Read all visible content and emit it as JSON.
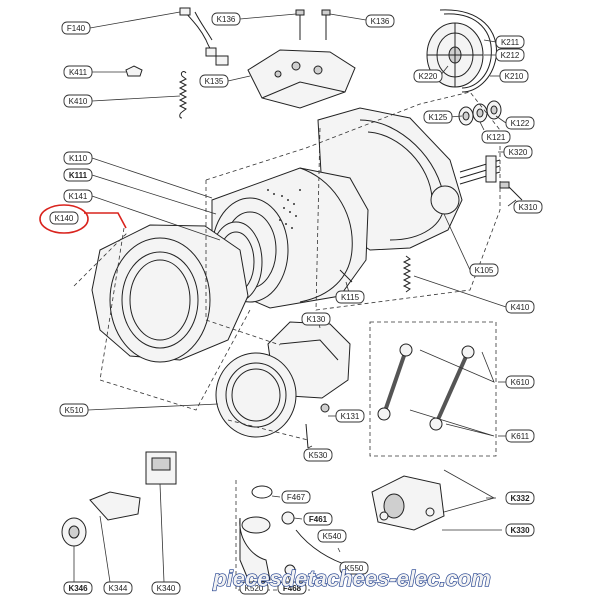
{
  "labels": [
    {
      "id": "F140",
      "text": "F140",
      "bold": false
    },
    {
      "id": "K136a",
      "text": "K136",
      "bold": false
    },
    {
      "id": "K136b",
      "text": "K136",
      "bold": false
    },
    {
      "id": "K411",
      "text": "K411",
      "bold": false
    },
    {
      "id": "K135",
      "text": "K135",
      "bold": false
    },
    {
      "id": "K211",
      "text": "K211",
      "bold": false
    },
    {
      "id": "K212",
      "text": "K212",
      "bold": false
    },
    {
      "id": "K210",
      "text": "K210",
      "bold": false
    },
    {
      "id": "K220",
      "text": "K220",
      "bold": false
    },
    {
      "id": "K410a",
      "text": "K410",
      "bold": false
    },
    {
      "id": "K125",
      "text": "K125",
      "bold": false
    },
    {
      "id": "K122",
      "text": "K122",
      "bold": false
    },
    {
      "id": "K121",
      "text": "K121",
      "bold": false
    },
    {
      "id": "K320",
      "text": "K320",
      "bold": false
    },
    {
      "id": "K110",
      "text": "K110",
      "bold": false
    },
    {
      "id": "K111",
      "text": "K111",
      "bold": true
    },
    {
      "id": "K310",
      "text": "K310",
      "bold": false
    },
    {
      "id": "K141",
      "text": "K141",
      "bold": false
    },
    {
      "id": "K140",
      "text": "K140",
      "bold": false
    },
    {
      "id": "K105",
      "text": "K105",
      "bold": false
    },
    {
      "id": "K115",
      "text": "K115",
      "bold": false
    },
    {
      "id": "K410b",
      "text": "K410",
      "bold": false
    },
    {
      "id": "K130",
      "text": "K130",
      "bold": false
    },
    {
      "id": "K610",
      "text": "K610",
      "bold": false
    },
    {
      "id": "K510",
      "text": "K510",
      "bold": false
    },
    {
      "id": "K131",
      "text": "K131",
      "bold": false
    },
    {
      "id": "K611",
      "text": "K611",
      "bold": false
    },
    {
      "id": "K530",
      "text": "K530",
      "bold": false
    },
    {
      "id": "K332",
      "text": "K332",
      "bold": true
    },
    {
      "id": "F467",
      "text": "F467",
      "bold": false
    },
    {
      "id": "F461",
      "text": "F461",
      "bold": true
    },
    {
      "id": "K330",
      "text": "K330",
      "bold": true
    },
    {
      "id": "K540",
      "text": "K540",
      "bold": false
    },
    {
      "id": "K550",
      "text": "K550",
      "bold": false
    },
    {
      "id": "K346",
      "text": "K346",
      "bold": true
    },
    {
      "id": "K344",
      "text": "K344",
      "bold": false
    },
    {
      "id": "K340",
      "text": "K340",
      "bold": false
    },
    {
      "id": "K520",
      "text": "K520",
      "bold": false
    },
    {
      "id": "F468",
      "text": "F468",
      "bold": true
    }
  ],
  "highlighted_part": "K140",
  "watermark": "piecesdetachees-elec.com",
  "colors": {
    "highlight": "#d9231d",
    "watermark_outline": "#1b3b8c",
    "ink": "#222222"
  }
}
